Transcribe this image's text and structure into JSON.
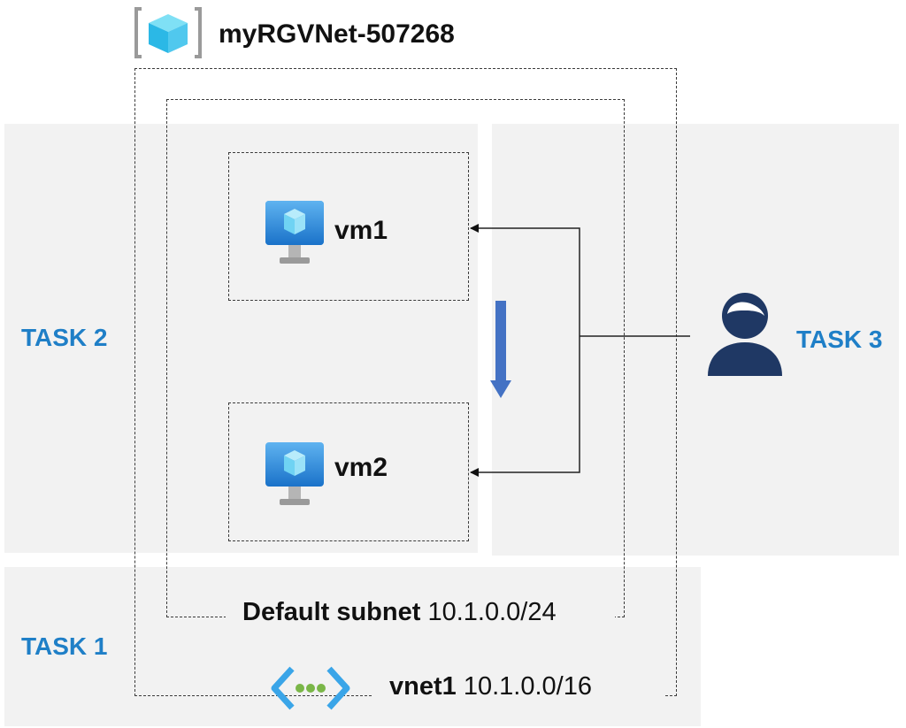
{
  "resource_group": {
    "name": "myRGVNet-507268",
    "icon": "resource-group-icon"
  },
  "vm1": {
    "name": "vm1",
    "icon": "virtual-machine-icon"
  },
  "vm2": {
    "name": "vm2",
    "icon": "virtual-machine-icon"
  },
  "subnet": {
    "name": "Default subnet",
    "prefix": "10.1.0.0/24"
  },
  "vnet": {
    "name": "vnet1",
    "prefix": "10.1.0.0/16",
    "icon": "virtual-network-icon"
  },
  "user": {
    "icon": "user-icon"
  },
  "tasks": {
    "task1": "TASK 1",
    "task2": "TASK 2",
    "task3": "TASK 3"
  },
  "colors": {
    "task_text": "#1f7fc7",
    "panel_background": "#f2f2f2",
    "arrow_blue": "#4472c4",
    "user_navy": "#1f3864",
    "vm_blue": "#2b8ee0"
  }
}
